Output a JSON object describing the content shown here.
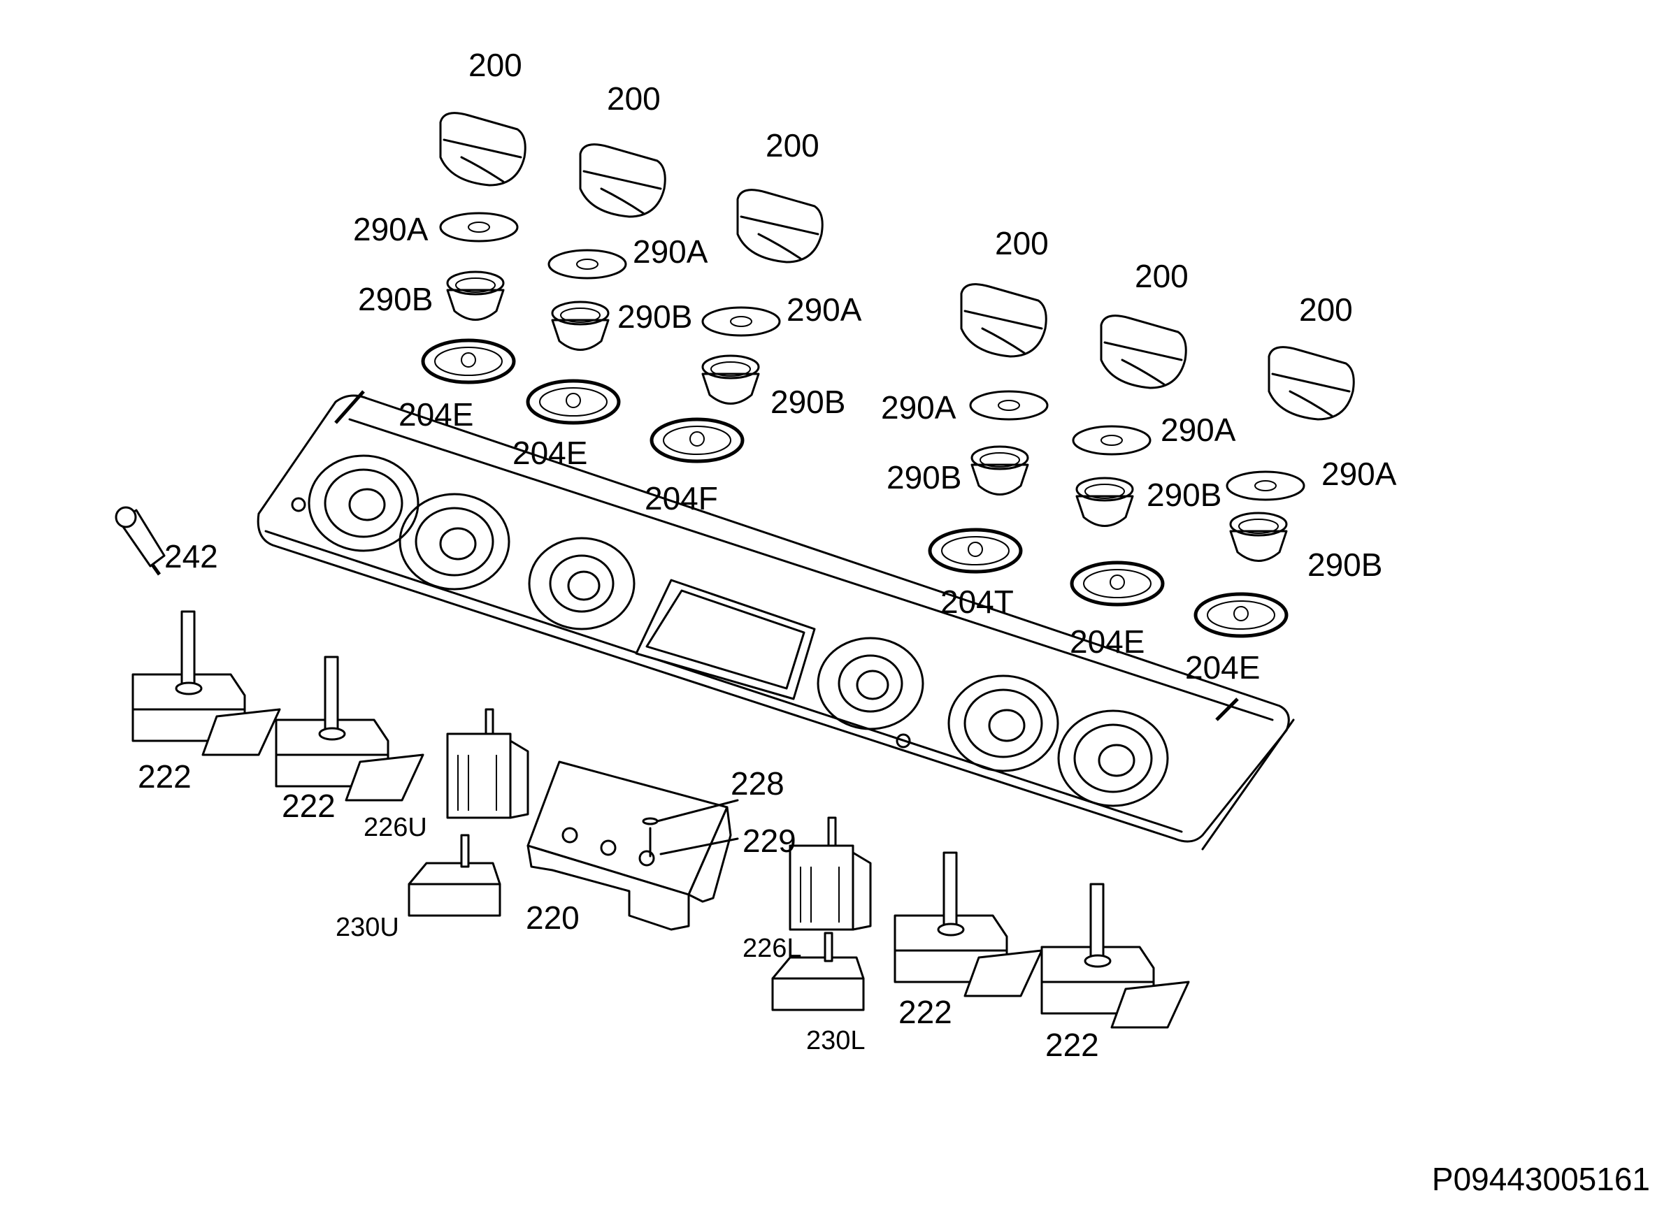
{
  "diagram": {
    "document_id": "P09443005161",
    "callouts": [
      {
        "id": "k1",
        "text": "200"
      },
      {
        "id": "k2",
        "text": "200"
      },
      {
        "id": "k3",
        "text": "200"
      },
      {
        "id": "k4",
        "text": "200"
      },
      {
        "id": "k5",
        "text": "200"
      },
      {
        "id": "k6",
        "text": "200"
      },
      {
        "id": "g1",
        "text": "290A"
      },
      {
        "id": "g2",
        "text": "290A"
      },
      {
        "id": "g3",
        "text": "290A"
      },
      {
        "id": "g4",
        "text": "290A"
      },
      {
        "id": "g5",
        "text": "290A"
      },
      {
        "id": "g6",
        "text": "290A"
      },
      {
        "id": "b1",
        "text": "290B"
      },
      {
        "id": "b2",
        "text": "290B"
      },
      {
        "id": "b3",
        "text": "290B"
      },
      {
        "id": "b4",
        "text": "290B"
      },
      {
        "id": "b5",
        "text": "290B"
      },
      {
        "id": "b6",
        "text": "290B"
      },
      {
        "id": "r1",
        "text": "204E"
      },
      {
        "id": "r2",
        "text": "204E"
      },
      {
        "id": "r3",
        "text": "204F"
      },
      {
        "id": "r4",
        "text": "204T"
      },
      {
        "id": "r5",
        "text": "204E"
      },
      {
        "id": "r6",
        "text": "204E"
      },
      {
        "id": "p242",
        "text": "242"
      },
      {
        "id": "s1",
        "text": "222"
      },
      {
        "id": "s2",
        "text": "222"
      },
      {
        "id": "s3",
        "text": "222"
      },
      {
        "id": "s4",
        "text": "222"
      },
      {
        "id": "p226U",
        "text": "226U"
      },
      {
        "id": "p226L",
        "text": "226L"
      },
      {
        "id": "p230U",
        "text": "230U"
      },
      {
        "id": "p230L",
        "text": "230L"
      },
      {
        "id": "p220",
        "text": "220"
      },
      {
        "id": "p228",
        "text": "228"
      },
      {
        "id": "p229",
        "text": "229"
      }
    ]
  }
}
